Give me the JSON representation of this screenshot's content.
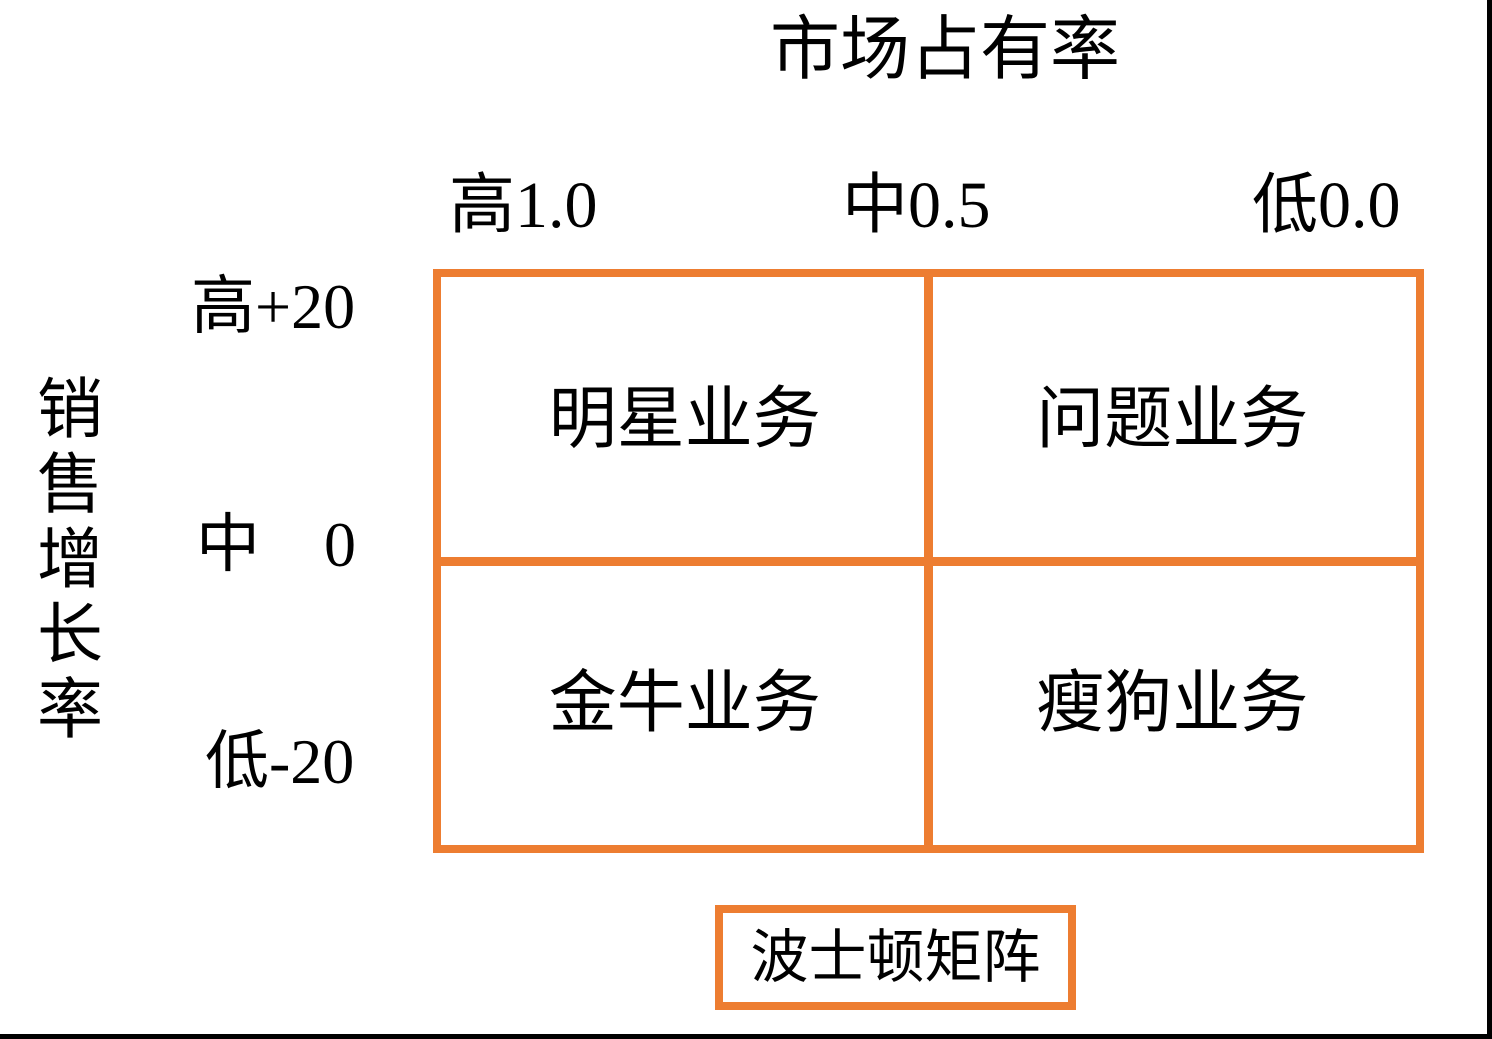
{
  "diagram": {
    "type": "bcg-matrix",
    "caption": "波士顿矩阵",
    "x_axis": {
      "title": "市场占有率",
      "ticks": [
        "高1.0",
        "中0.5",
        "低0.0"
      ]
    },
    "y_axis": {
      "title": "销售增长率",
      "ticks": [
        "高+20",
        "中　0",
        "低-20"
      ]
    },
    "quadrants": [
      {
        "position": "top-left",
        "label": "明星业务"
      },
      {
        "position": "top-right",
        "label": "问题业务"
      },
      {
        "position": "bottom-left",
        "label": "金牛业务"
      },
      {
        "position": "bottom-right",
        "label": "瘦狗业务"
      }
    ],
    "colors": {
      "accent_orange": "#ED7D31",
      "text": "#000000",
      "background": "#FFFFFF",
      "edge_line": "#000000"
    }
  }
}
